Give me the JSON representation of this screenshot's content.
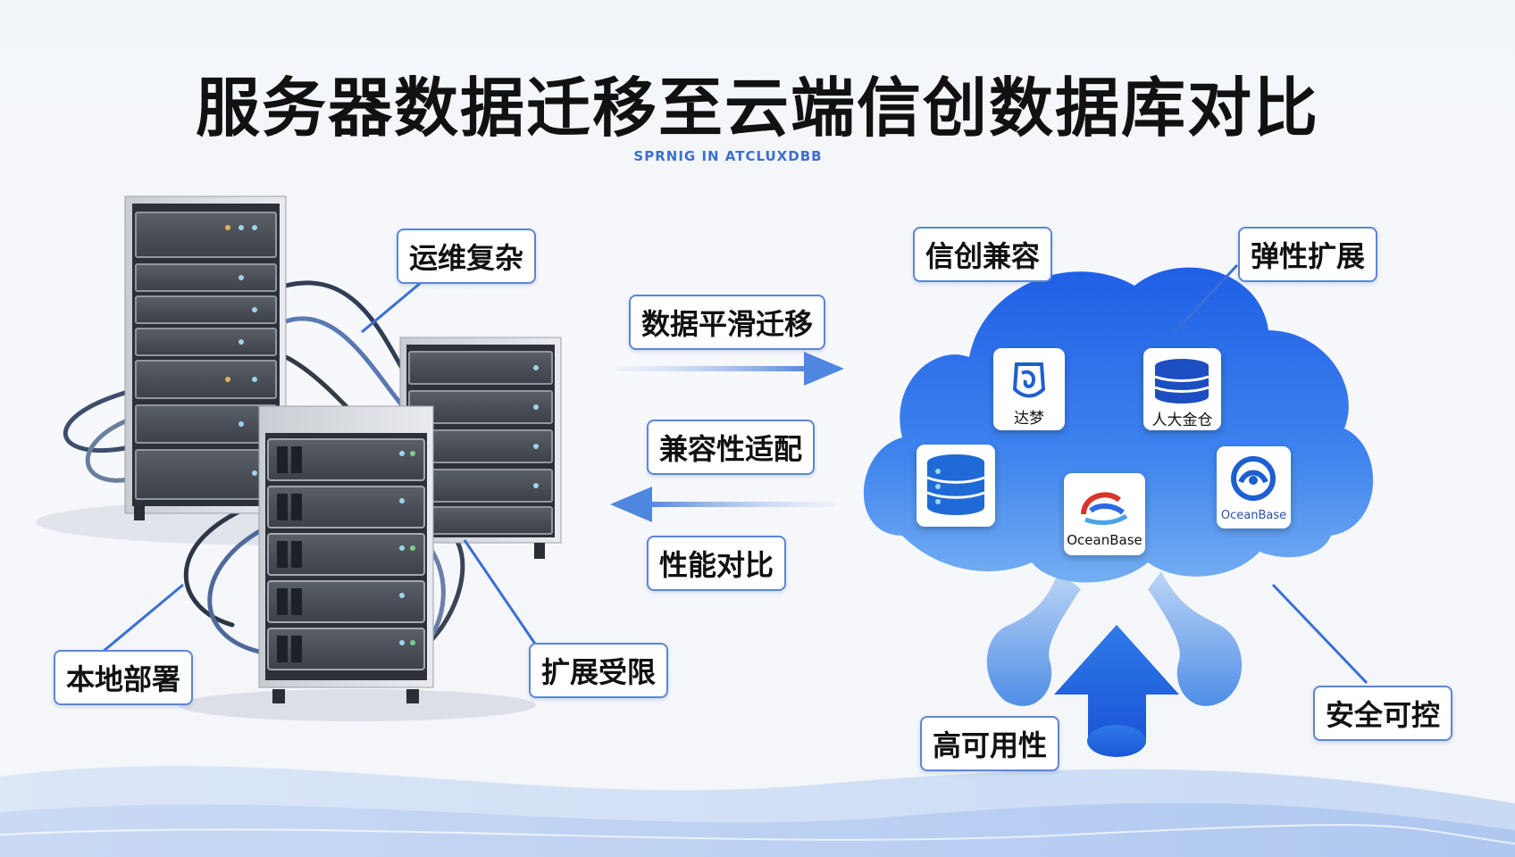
{
  "title": "服务器数据迁移至云端信创数据库对比",
  "subtitle": "SPRNIG IN ATCLUXDBB",
  "left_labels": {
    "ops": "运维复杂",
    "local": "本地部署",
    "scale_limited": "扩展受限"
  },
  "middle_labels": {
    "migrate": "数据平滑迁移",
    "compat_adapt": "兼容性适配",
    "perf": "性能对比"
  },
  "right_labels": {
    "compat": "信创兼容",
    "elastic": "弹性扩展",
    "ha": "高可用性",
    "secure": "安全可控"
  },
  "databases": [
    {
      "name": "达梦",
      "icon": "dameng-logo-icon"
    },
    {
      "name": "人大金仓",
      "icon": "database-stack-icon"
    },
    {
      "name": "",
      "icon": "database-server-icon"
    },
    {
      "name": "OceanBase",
      "icon": "oceanbase-logo-icon"
    },
    {
      "name": "OceanBase",
      "icon": "oceanbase-ring-icon"
    }
  ],
  "colors": {
    "accent": "#2f6fe0",
    "cloud_top": "#1f5fe6",
    "cloud_bottom": "#5a9ff0",
    "border": "#5b86d6"
  }
}
